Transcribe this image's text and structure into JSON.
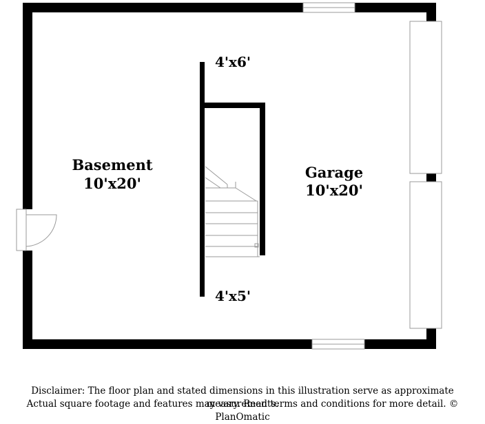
{
  "rooms": {
    "basement": {
      "name": "Basement",
      "dimensions": "10'x20'"
    },
    "garage": {
      "name": "Garage",
      "dimensions": "10'x20'"
    }
  },
  "stair_dims": {
    "top": "4'x6'",
    "bottom": "4'x5'"
  },
  "disclaimer": {
    "line1": "Disclaimer: The floor plan and stated dimensions in this illustration serve as approximate measurements.",
    "line2": "Actual square footage and features may vary. Read terms and conditions for more detail. © PlanOmatic"
  },
  "colors": {
    "wall": "#000000",
    "fixture_stroke": "#999999",
    "background": "#ffffff"
  }
}
